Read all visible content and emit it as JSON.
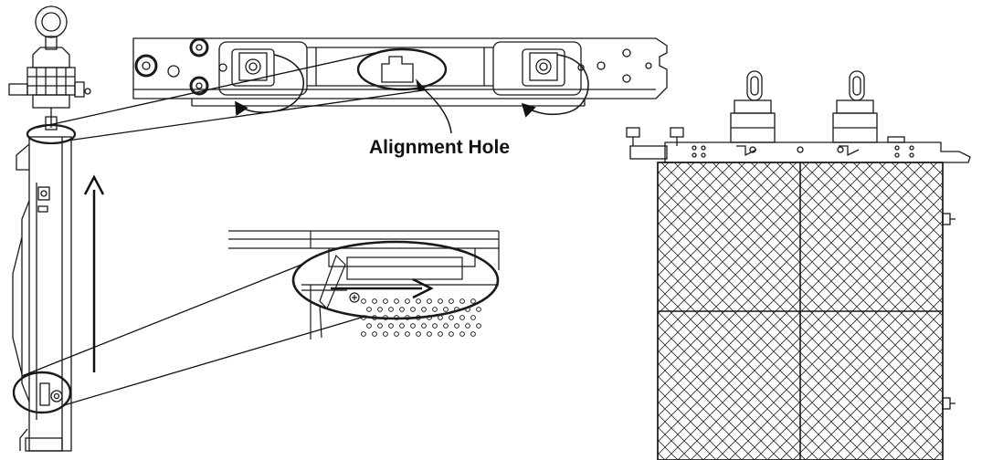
{
  "diagram": {
    "callout_label": "Alignment Hole",
    "views": [
      {
        "name": "side-view-with-lifting-eye"
      },
      {
        "name": "top-bracket-detail"
      },
      {
        "name": "latch-detail"
      },
      {
        "name": "front-panel-assembly"
      }
    ]
  },
  "colors": {
    "line": "#1a1a1a",
    "background": "#ffffff"
  }
}
